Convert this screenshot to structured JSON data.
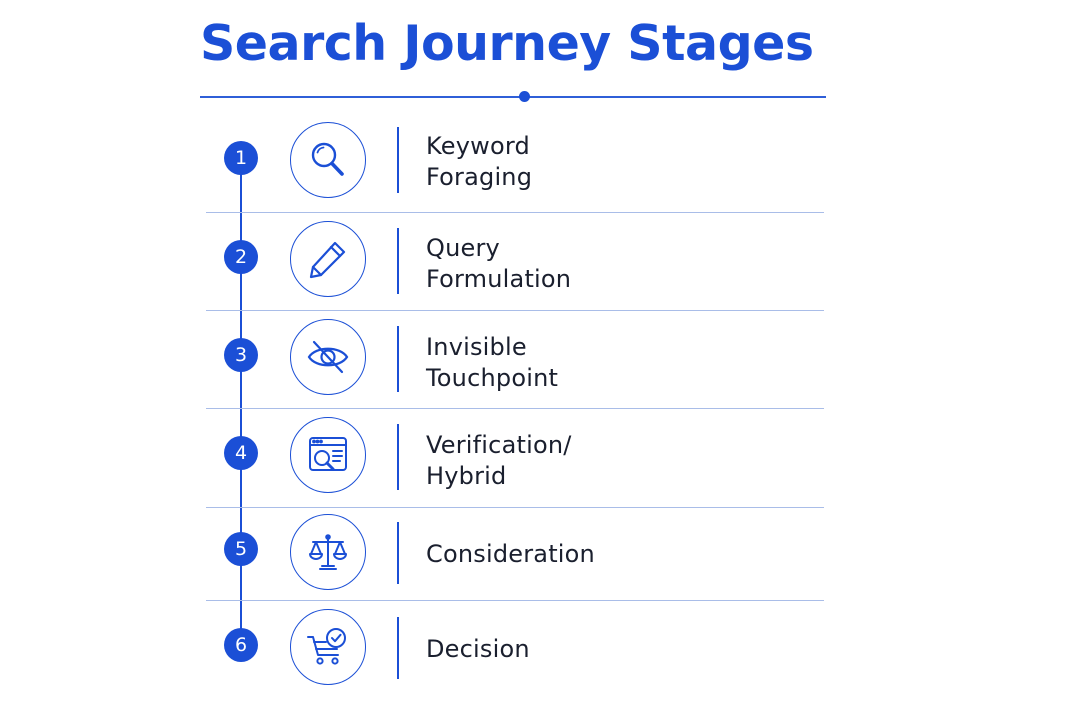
{
  "title": "Search Journey Stages",
  "accent_color": "#1b4fd6",
  "text_color": "#1a1f2e",
  "stages": [
    {
      "number": "1",
      "icon": "magnifier-icon",
      "label_lines": [
        "Keyword",
        "Foraging"
      ]
    },
    {
      "number": "2",
      "icon": "pencil-icon",
      "label_lines": [
        "Query",
        "Formulation"
      ]
    },
    {
      "number": "3",
      "icon": "eye-slash-icon",
      "label_lines": [
        "Invisible",
        "Touchpoint"
      ]
    },
    {
      "number": "4",
      "icon": "browser-search-icon",
      "label_lines": [
        "Verification/",
        "Hybrid"
      ]
    },
    {
      "number": "5",
      "icon": "balance-scale-icon",
      "label_lines": [
        "Consideration"
      ]
    },
    {
      "number": "6",
      "icon": "cart-check-icon",
      "label_lines": [
        "Decision"
      ]
    }
  ]
}
